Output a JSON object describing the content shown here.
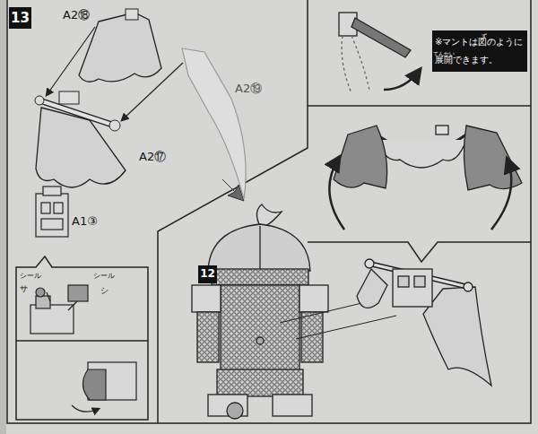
{
  "diagram": {
    "nodes": [
      {
        "text": [
          "13"
        ]
      },
      {
        "text": [
          "12"
        ]
      },
      {
        "text": [
          "※マントは図のように展開できます。"
        ]
      }
    ],
    "labels": [
      "A2⑱",
      "A2⑲",
      "A2⑰",
      "A1③",
      "シール",
      "サ",
      "シール",
      "シ",
      "ず",
      "てんかい"
    ]
  }
}
